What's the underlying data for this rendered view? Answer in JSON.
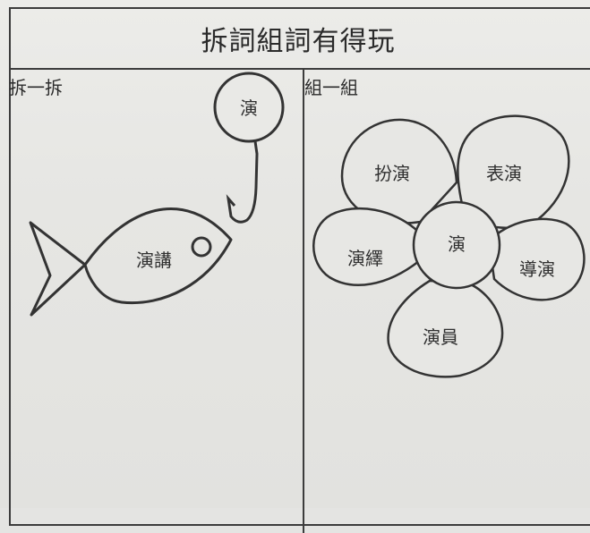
{
  "title": "拆詞組詞有得玩",
  "left_panel": {
    "label": "拆一拆",
    "bait_char": "演",
    "fish_word": "演講"
  },
  "right_panel": {
    "label": "組一組",
    "center_char": "演",
    "petals": [
      "扮演",
      "表演",
      "演繹",
      "導演",
      "演員"
    ]
  }
}
